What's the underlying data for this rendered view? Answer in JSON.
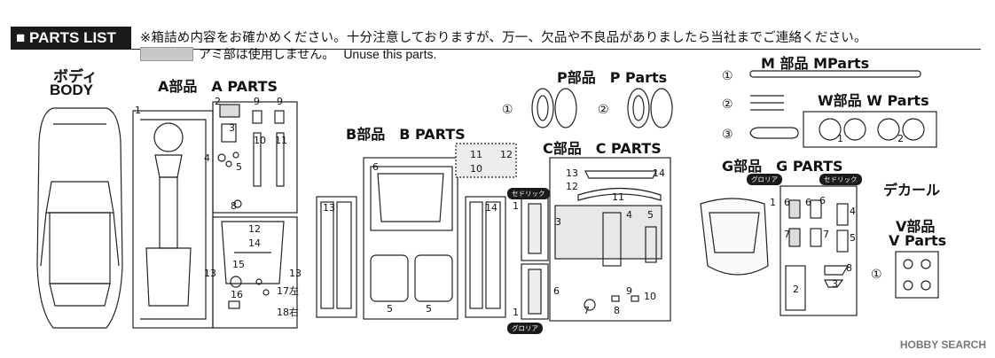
{
  "header": {
    "badge": "■ PARTS LIST",
    "notice": "※箱詰め内容をお確かめください。十分注意しておりますが、万一、欠品や不良品がありましたら当社までご連絡ください。",
    "mesh_note_jp": "アミ部は使用しません。",
    "mesh_note_en": "Unuse this parts."
  },
  "sections": {
    "body": {
      "jp": "ボディ",
      "en": "BODY"
    },
    "a": {
      "title": "A部品　A PARTS"
    },
    "b": {
      "title": "B部品　B PARTS"
    },
    "c": {
      "title": "C部品　C PARTS"
    },
    "p": {
      "title": "P部品　P Parts"
    },
    "m": {
      "title": "M 部品 MParts"
    },
    "w": {
      "title": "W部品 W Parts"
    },
    "g": {
      "title": "G部品　G PARTS"
    },
    "decal": {
      "title": "デカール"
    },
    "v": {
      "jp": "V部品",
      "en": "V Parts"
    }
  },
  "tags": {
    "cedric": "セドリック",
    "gloria": "グロリア"
  },
  "labels": {
    "a": [
      "1",
      "2",
      "9",
      "9",
      "3",
      "4",
      "5",
      "10",
      "11",
      "8",
      "12",
      "14",
      "15",
      "13",
      "13",
      "16",
      "17左",
      "18右"
    ],
    "b": [
      "13",
      "6",
      "14",
      "5",
      "5",
      "11",
      "12",
      "10"
    ],
    "c": [
      "13",
      "14",
      "12",
      "11",
      "1",
      "3",
      "4",
      "5",
      "1",
      "6",
      "7",
      "8",
      "9",
      "10"
    ],
    "p": [
      "①",
      "②"
    ],
    "m": [
      "①",
      "②",
      "③"
    ],
    "w": [
      "1",
      "2"
    ],
    "g": [
      "1",
      "6",
      "7",
      "6",
      "7",
      "6",
      "4",
      "5",
      "8",
      "2",
      "3"
    ],
    "v": [
      "①"
    ]
  },
  "watermark": "HOBBY SEARCH"
}
